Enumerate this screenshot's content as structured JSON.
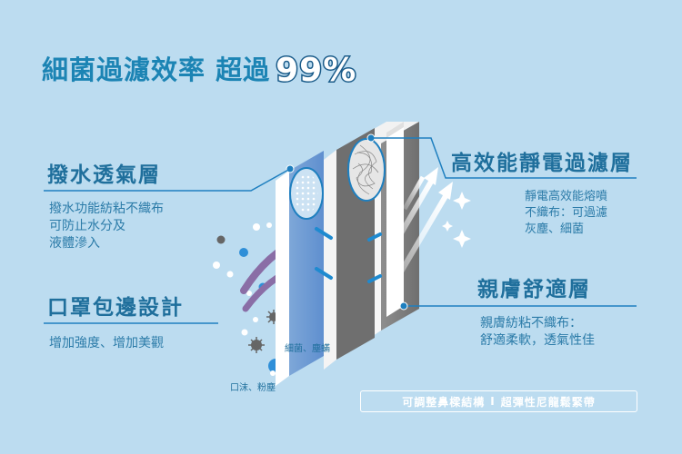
{
  "headline": {
    "main": "細菌過濾效率 超過",
    "percent": "99%"
  },
  "layers": {
    "water_repellent": {
      "title": "撥水透氣層",
      "desc": [
        "撥水功能紡粘不織布",
        "可防止水分及",
        "液體滲入"
      ]
    },
    "mask_design": {
      "title": "口罩包邊設計",
      "desc": [
        "增加強度、增加美觀"
      ]
    },
    "electrostatic": {
      "title": "高效能靜電過濾層",
      "desc": [
        "靜電高效能熔噴",
        "不織布：可過濾",
        "灰塵、細菌"
      ]
    },
    "skin_friendly": {
      "title": "親膚舒適層",
      "desc": [
        "親膚紡粘不織布：",
        "舒適柔軟，透氣性佳"
      ]
    }
  },
  "labels": {
    "droplets": "口沫、粉塵",
    "bacteria": "細菌、塵蟎"
  },
  "banner": {
    "left": "可調整鼻樑結構",
    "separator": "I",
    "right": "超彈性尼龍鬆緊帶"
  },
  "colors": {
    "background": "#bcdcf0",
    "accent": "#1c84b4",
    "dark_blue": "#1f6f9c",
    "purple": "#8a6ea6",
    "gray_layer": "#8c8c8c"
  }
}
